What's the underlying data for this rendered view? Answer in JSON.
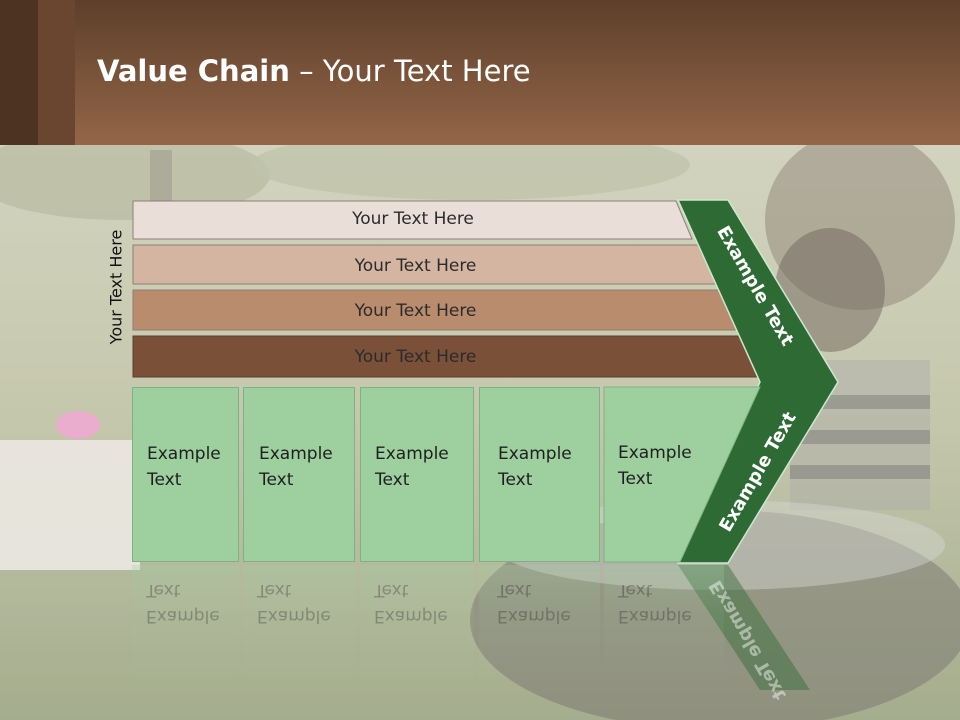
{
  "slide": {
    "title_bold": "Value Chain",
    "title_rest": " – Your Text Here"
  },
  "side_label": "Your Text Here",
  "bands": [
    {
      "label": "Your Text Here",
      "color": "#eadfd8"
    },
    {
      "label": "Your Text Here",
      "color": "#d4b5a1"
    },
    {
      "label": "Your Text Here",
      "color": "#b98c6e"
    },
    {
      "label": "Your Text Here",
      "color": "#7a5038"
    }
  ],
  "boxes": [
    {
      "line1": "Example",
      "line2": "Text"
    },
    {
      "line1": "Example",
      "line2": "Text"
    },
    {
      "line1": "Example",
      "line2": "Text"
    },
    {
      "line1": "Example",
      "line2": "Text"
    },
    {
      "line1": "Example",
      "line2": "Text"
    }
  ],
  "arrow": {
    "upper_text": "Example Text",
    "lower_text": "Example Text",
    "reflection_text": "Example Text",
    "color": "#2e6a34"
  },
  "colors": {
    "header_top": "#5e3f2b",
    "header_bottom": "#926647",
    "box_fill": "#9ecf9f"
  }
}
